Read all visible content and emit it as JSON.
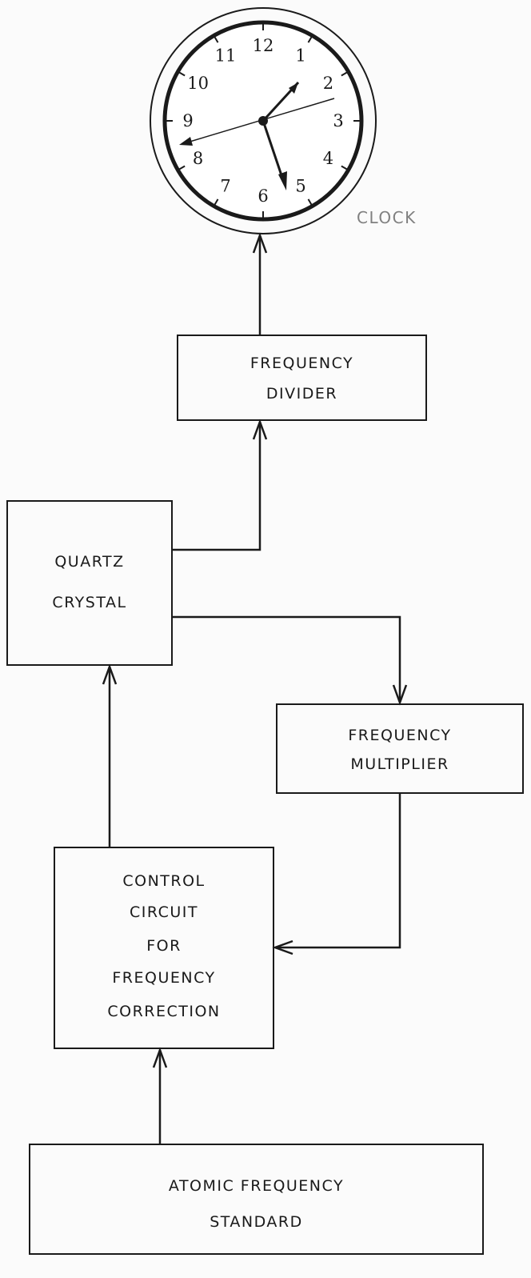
{
  "clock": {
    "label": "CLOCK",
    "numerals": [
      "12",
      "1",
      "2",
      "3",
      "4",
      "5",
      "6",
      "7",
      "8",
      "9",
      "10",
      "11"
    ]
  },
  "blocks": {
    "frequency_divider": [
      "FREQUENCY",
      "DIVIDER"
    ],
    "quartz_crystal": [
      "QUARTZ",
      "CRYSTAL"
    ],
    "frequency_multiplier": [
      "FREQUENCY",
      "MULTIPLIER"
    ],
    "control_circuit": [
      "CONTROL",
      "CIRCUIT",
      "FOR",
      "FREQUENCY",
      "CORRECTION"
    ],
    "atomic_standard": [
      "ATOMIC FREQUENCY",
      "STANDARD"
    ]
  },
  "colors": {
    "ink": "#1a1a1a",
    "background": "#fbfbfb",
    "clock_label": "#808080"
  }
}
